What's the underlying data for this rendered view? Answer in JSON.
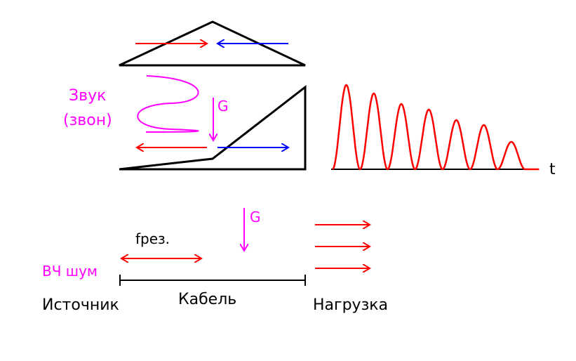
{
  "labels": {
    "sound": "Звук",
    "sound_paren": "(звон)",
    "g_upper": "G",
    "g_lower": "G",
    "t_axis": "t",
    "f_res": "fрез.",
    "hf_noise": "ВЧ шум",
    "source": "Источник",
    "cable": "Кабель",
    "load": "Нагрузка"
  },
  "colors": {
    "outline": "#000000",
    "red": "#ff0000",
    "blue": "#0000ff",
    "magenta": "#ff00ff"
  }
}
